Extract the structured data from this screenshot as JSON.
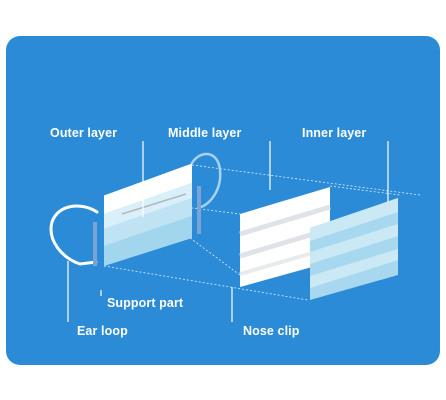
{
  "colors": {
    "panel": "#2b8bd6",
    "layer_light": "#bfe3f3",
    "layer_mid": "#8dcbeb",
    "layer_white": "#ffffff",
    "layer_grey": "#e4e8ec",
    "leader": "#ffffff",
    "support": "#6f9ed2"
  },
  "labels": {
    "outer_layer": "Outer layer",
    "middle_layer": "Middle layer",
    "inner_layer": "Inner layer",
    "support_part": "Support part",
    "ear_loop": "Ear loop",
    "nose_clip": "Nose clip"
  }
}
